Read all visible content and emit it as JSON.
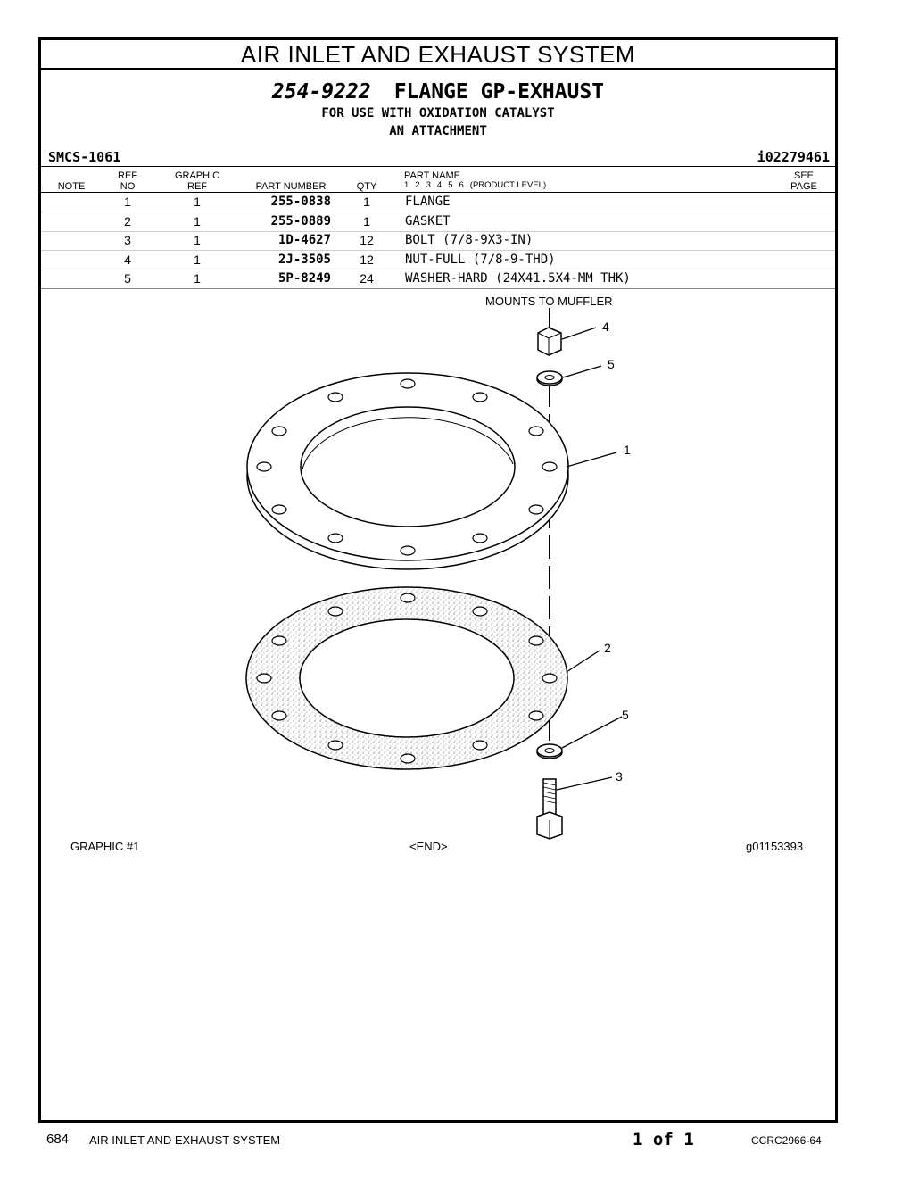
{
  "section_title": "AIR INLET AND EXHAUST SYSTEM",
  "group": {
    "number": "254-9222",
    "name": "FLANGE GP-EXHAUST",
    "subtitle1": "FOR USE WITH OXIDATION CATALYST",
    "subtitle2": "AN ATTACHMENT"
  },
  "smcs": "SMCS-1061",
  "identifier": "i02279461",
  "table": {
    "headers": {
      "note": "NOTE",
      "ref_top": "REF",
      "ref_bottom": "NO",
      "graphic_top": "GRAPHIC",
      "graphic_bottom": "REF",
      "part_number": "PART NUMBER",
      "qty": "QTY",
      "part_name": "PART NAME",
      "levels": [
        "1",
        "2",
        "3",
        "4",
        "5",
        "6"
      ],
      "product_level": "(PRODUCT LEVEL)",
      "see_top": "SEE",
      "see_bottom": "PAGE"
    },
    "rows": [
      {
        "ref": "1",
        "graphic": "1",
        "part_number": "255-0838",
        "qty": "1",
        "name": "FLANGE"
      },
      {
        "ref": "2",
        "graphic": "1",
        "part_number": "255-0889",
        "qty": "1",
        "name": "GASKET"
      },
      {
        "ref": "3",
        "graphic": "1",
        "part_number": "1D-4627",
        "qty": "12",
        "name": "BOLT (7/8-9X3-IN)"
      },
      {
        "ref": "4",
        "graphic": "1",
        "part_number": "2J-3505",
        "qty": "12",
        "name": "NUT-FULL (7/8-9-THD)"
      },
      {
        "ref": "5",
        "graphic": "1",
        "part_number": "5P-8249",
        "qty": "24",
        "name": "WASHER-HARD (24X41.5X4-MM THK)"
      }
    ]
  },
  "illustration": {
    "mounts_label": "MOUNTS TO MUFFLER",
    "callouts": [
      "4",
      "5",
      "1",
      "2",
      "5",
      "3"
    ]
  },
  "graphic_footer": {
    "left": "GRAPHIC #1",
    "center": "<END>",
    "right": "g01153393"
  },
  "page_footer": {
    "page_number": "684",
    "section": "AIR INLET AND EXHAUST SYSTEM",
    "of": "1 of 1",
    "code": "CCRC2966-64"
  }
}
